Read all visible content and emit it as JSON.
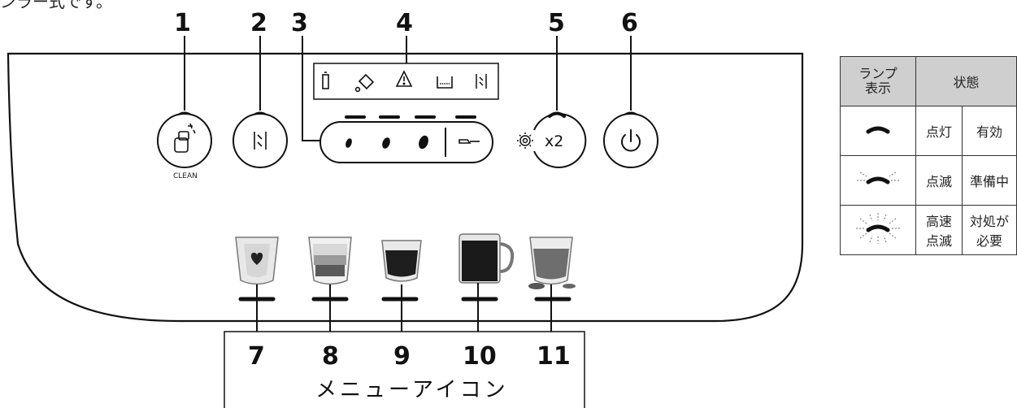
{
  "top_text": "ンラー式です。",
  "callouts": {
    "c1": "1",
    "c2": "2",
    "c3": "3",
    "c4": "4",
    "c5": "5",
    "c6": "6",
    "c7": "7",
    "c8": "8",
    "c9": "9",
    "c10": "10",
    "c11": "11"
  },
  "buttons": {
    "clean_label": "CLEAN",
    "double_label": "x2"
  },
  "menu_title": "メニューアイコン",
  "legend": {
    "header_lamp_line1": "ランプ",
    "header_lamp_line2": "表示",
    "header_state": "状態",
    "rows": [
      {
        "mode": "点灯",
        "state": "有効"
      },
      {
        "mode_line1": "点滅",
        "state": "準備中"
      },
      {
        "mode_line1": "高速",
        "mode_line2": "点滅",
        "state_line1": "対処が",
        "state_line2": "必要"
      }
    ]
  },
  "colors": {
    "line": "#111111",
    "legend_header": "#cfcfcf"
  }
}
